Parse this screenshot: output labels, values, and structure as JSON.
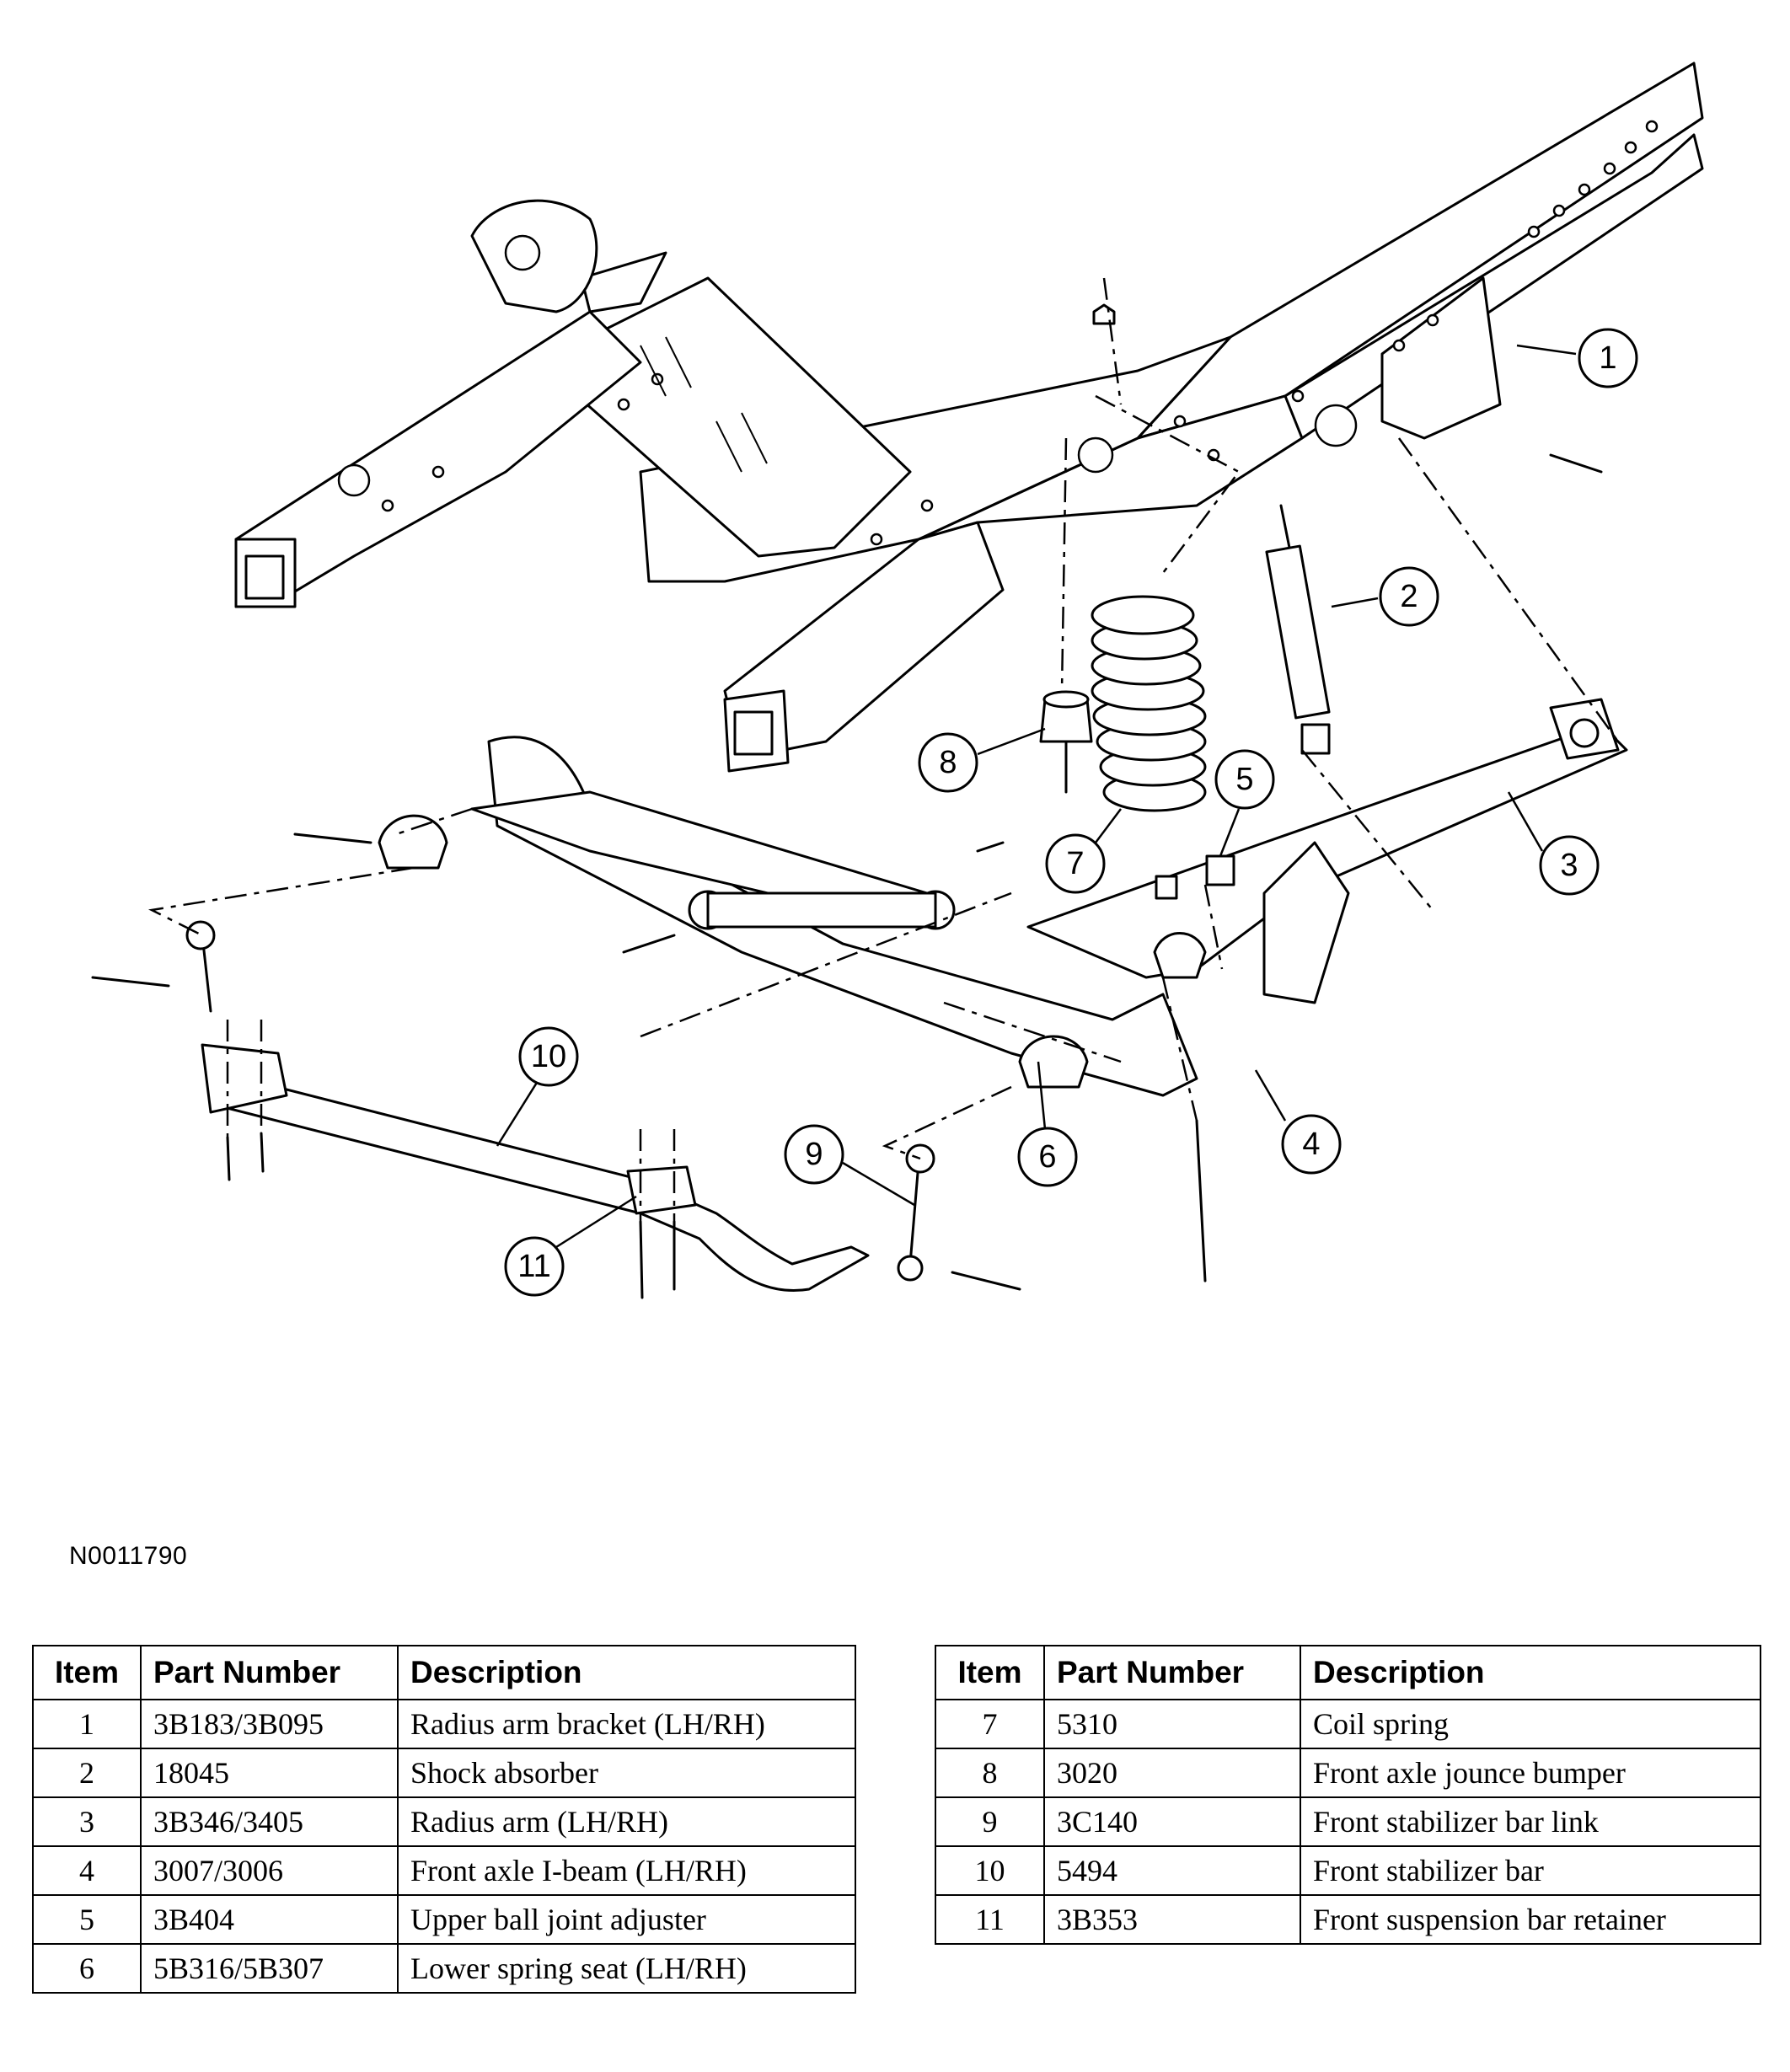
{
  "figure_id": "N0011790",
  "tables": {
    "headers": {
      "item": "Item",
      "part_number": "Part Number",
      "description": "Description"
    },
    "left": [
      {
        "item": "1",
        "part_number": "3B183/3B095",
        "description": "Radius arm bracket (LH/RH)"
      },
      {
        "item": "2",
        "part_number": "18045",
        "description": "Shock absorber"
      },
      {
        "item": "3",
        "part_number": "3B346/3405",
        "description": "Radius arm (LH/RH)"
      },
      {
        "item": "4",
        "part_number": "3007/3006",
        "description": "Front axle I-beam (LH/RH)"
      },
      {
        "item": "5",
        "part_number": "3B404",
        "description": "Upper ball joint adjuster"
      },
      {
        "item": "6",
        "part_number": "5B316/5B307",
        "description": "Lower spring seat (LH/RH)"
      }
    ],
    "right": [
      {
        "item": "7",
        "part_number": "5310",
        "description": "Coil spring"
      },
      {
        "item": "8",
        "part_number": "3020",
        "description": "Front axle jounce bumper"
      },
      {
        "item": "9",
        "part_number": "3C140",
        "description": "Front stabilizer bar link"
      },
      {
        "item": "10",
        "part_number": "5494",
        "description": "Front stabilizer bar"
      },
      {
        "item": "11",
        "part_number": "3B353",
        "description": "Front suspension bar retainer"
      }
    ]
  },
  "callouts": [
    "1",
    "2",
    "3",
    "4",
    "5",
    "6",
    "7",
    "8",
    "9",
    "10",
    "11"
  ]
}
